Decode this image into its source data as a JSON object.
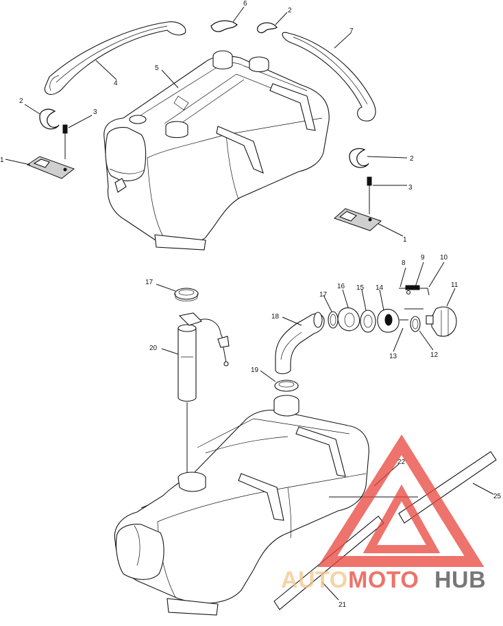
{
  "diagram": {
    "callouts": [
      {
        "id": "c1a",
        "label": "1"
      },
      {
        "id": "c1b",
        "label": "1"
      },
      {
        "id": "c2a",
        "label": "2"
      },
      {
        "id": "c2b",
        "label": "2"
      },
      {
        "id": "c2c",
        "label": "2"
      },
      {
        "id": "c3a",
        "label": "3"
      },
      {
        "id": "c3b",
        "label": "3"
      },
      {
        "id": "c4",
        "label": "4"
      },
      {
        "id": "c5",
        "label": "5"
      },
      {
        "id": "c6",
        "label": "6"
      },
      {
        "id": "c7",
        "label": "7"
      },
      {
        "id": "c8",
        "label": "8"
      },
      {
        "id": "c9",
        "label": "9"
      },
      {
        "id": "c10",
        "label": "10"
      },
      {
        "id": "c11",
        "label": "11"
      },
      {
        "id": "c12",
        "label": "12"
      },
      {
        "id": "c13",
        "label": "13"
      },
      {
        "id": "c14",
        "label": "14"
      },
      {
        "id": "c15",
        "label": "15"
      },
      {
        "id": "c16",
        "label": "16"
      },
      {
        "id": "c17a",
        "label": "17"
      },
      {
        "id": "c17b",
        "label": "17"
      },
      {
        "id": "c18",
        "label": "18"
      },
      {
        "id": "c19",
        "label": "19"
      },
      {
        "id": "c20",
        "label": "20"
      },
      {
        "id": "c21",
        "label": "21"
      },
      {
        "id": "c22",
        "label": "22"
      },
      {
        "id": "c25",
        "label": "25"
      }
    ]
  },
  "watermark": {
    "part1": "AUTO",
    "part2": "MOTO",
    "part3": "HUB",
    "color_light": "#f3c58a",
    "color_red": "#e8453c",
    "color_dark": "#4a4a4a"
  }
}
